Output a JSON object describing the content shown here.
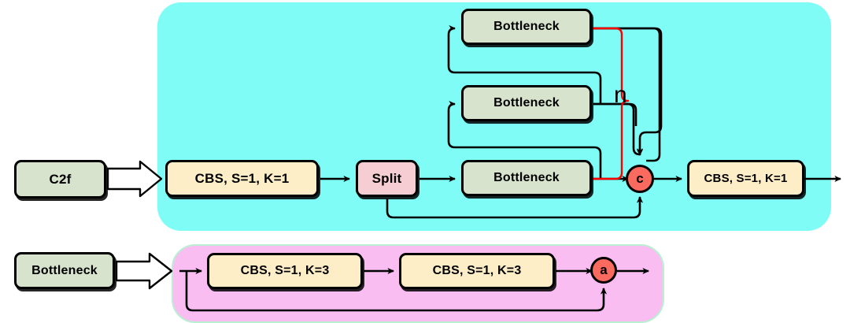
{
  "diagram": {
    "title": "C2f and Bottleneck module structure",
    "colors": {
      "c2f_panel": "#7ffcf5",
      "bottleneck_panel": "#f9bdf2",
      "conv_box": "#fdeec8",
      "module_box": "#d7e3cd",
      "split_box": "#f6cdd2",
      "op_circle": "#fb6a5e",
      "repeat_bracket": "#ff0000",
      "wire": "#000000"
    }
  },
  "c2f_section": {
    "label_box": {
      "text": "C2f"
    },
    "input_conv": {
      "text": "CBS, S=1, K=1"
    },
    "split": {
      "text": "Split"
    },
    "bottlenecks": [
      {
        "text": "Bottleneck"
      },
      {
        "text": "Bottleneck"
      },
      {
        "text": "Bottleneck"
      }
    ],
    "repeat_label": "n",
    "concat": {
      "text": "c"
    },
    "output_conv": {
      "text": "CBS, S=1, K=1"
    }
  },
  "bottleneck_section": {
    "label_box": {
      "text": "Bottleneck"
    },
    "conv1": {
      "text": "CBS, S=1, K=3"
    },
    "conv2": {
      "text": "CBS, S=1, K=3"
    },
    "add": {
      "text": "a"
    }
  }
}
